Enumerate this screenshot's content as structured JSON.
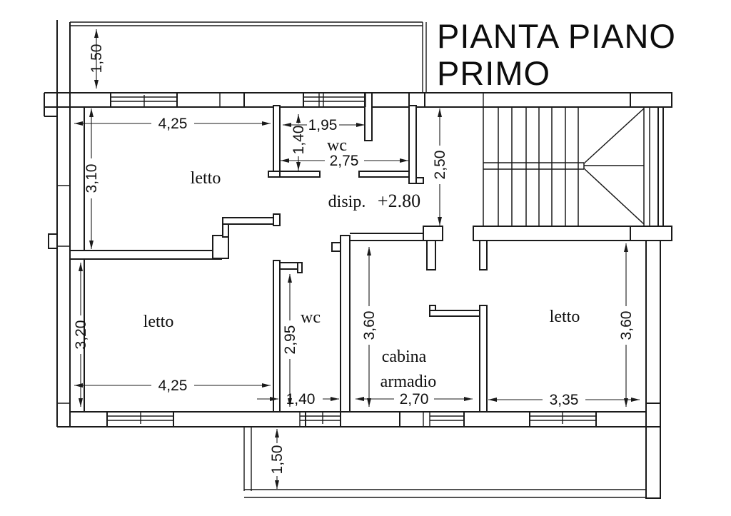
{
  "title": {
    "line1": "PIANTA PIANO",
    "line2": "PRIMO"
  },
  "rooms": {
    "letto_top_left": "letto",
    "letto_bottom_left": "letto",
    "letto_right": "letto",
    "wc_top": "wc",
    "wc_bottom": "wc",
    "disimpegno": "disip.",
    "elevation": "+2.80",
    "cabina_line1": "cabina",
    "cabina_line2": "armadio"
  },
  "dimensions": {
    "balcony_top_depth": "1,50",
    "letto_top_width": "4,25",
    "letto_top_height": "3,10",
    "wc_top_inner_width": "1,95",
    "wc_top_depth": "1,40",
    "wc_top_total_width": "2,75",
    "disimpegno_corridor": "2,50",
    "letto_bottom_height": "3,20",
    "letto_bottom_width": "4,25",
    "wc_bottom_height": "2,95",
    "wc_bottom_width": "1,40",
    "cabina_height": "3,60",
    "cabina_width": "2,70",
    "letto_right_width": "3,35",
    "letto_right_height": "3,60",
    "balcony_bottom_depth": "1,50"
  }
}
